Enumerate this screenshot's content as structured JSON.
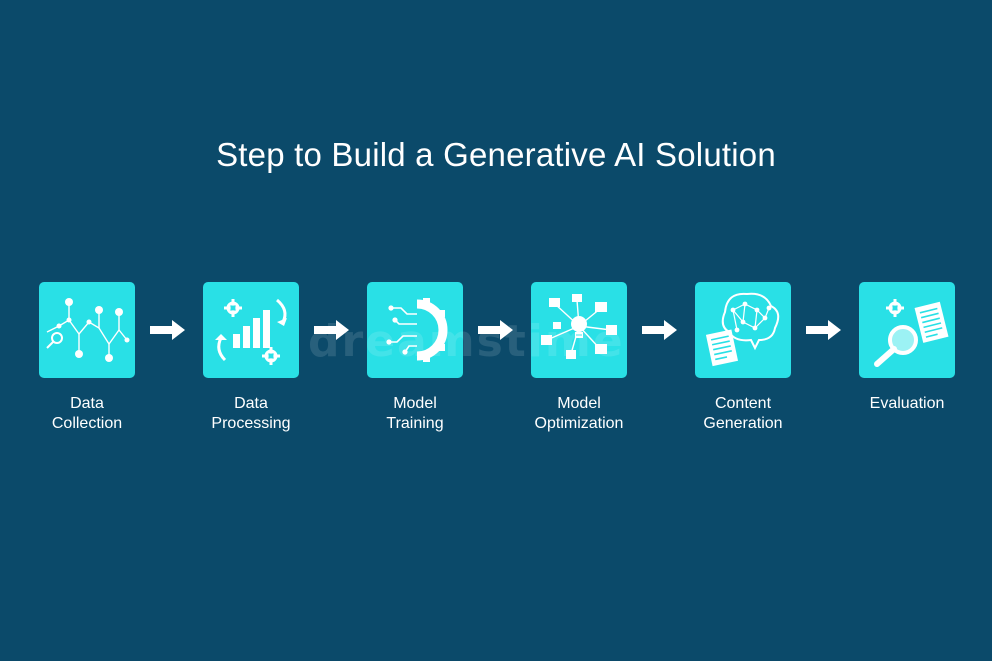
{
  "title": "Step to Build a Generative AI Solution",
  "watermark": "dreamstime",
  "steps": [
    {
      "line1": "Data",
      "line2": "Collection",
      "icon": "network-nodes-icon"
    },
    {
      "line1": "Data",
      "line2": "Processing",
      "icon": "bar-chart-gears-icon"
    },
    {
      "line1": "Model",
      "line2": "Training",
      "icon": "circuit-gear-icon"
    },
    {
      "line1": "Model",
      "line2": "Optimization",
      "icon": "lightbulb-network-icon"
    },
    {
      "line1": "Content",
      "line2": "Generation",
      "icon": "brain-documents-icon"
    },
    {
      "line1": "Evaluation",
      "line2": "",
      "icon": "magnifier-document-icon"
    }
  ],
  "colors": {
    "background": "#0b4a6a",
    "tile": "#29e0e6",
    "icon": "#ffffff",
    "arrow": "#ffffff"
  }
}
